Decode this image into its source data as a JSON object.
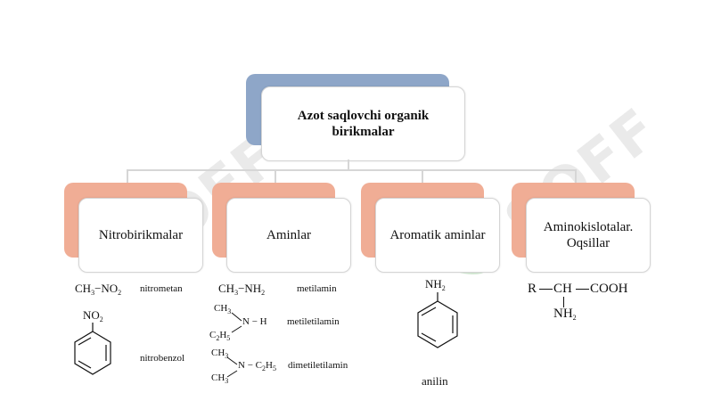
{
  "root": {
    "title": "Azot saqlovchi organik birikmalar"
  },
  "categories": [
    {
      "label": "Nitrobirikmalar"
    },
    {
      "label": "Aminlar"
    },
    {
      "label": "Aromatik aminlar"
    },
    {
      "label": "Aminokislotalar. Oqsillar"
    }
  ],
  "compounds": {
    "nitromethane": {
      "formula_a": "CH",
      "formula_b": "−NO",
      "sub3": "3",
      "sub2": "2",
      "name": "nitrometan"
    },
    "nitrobenzene": {
      "group": "NO",
      "sub2": "2",
      "name": "nitrobenzol"
    },
    "methylamine": {
      "formula_a": "CH",
      "formula_b": "−NH",
      "sub3": "3",
      "sub2": "2",
      "name": "metilamin"
    },
    "methylethylamine": {
      "ch": "CH",
      "sub3": "3",
      "nh": "N − H",
      "c2h": "C",
      "c2sub": "2",
      "h5": "H",
      "h5sub": "5",
      "name": "metiletilamin"
    },
    "dimethylethylamine": {
      "ch_top": "CH",
      "ch_bot": "CH",
      "sub3": "3",
      "n": "N − C",
      "nsub2": "2",
      "h": "H",
      "hsub5": "5",
      "name": "dimetiletilamin"
    },
    "aniline": {
      "group": "NH",
      "sub2": "2",
      "name": "anilin"
    },
    "amino_acid": {
      "r": "R",
      "ch": "CH",
      "cooh": "COOH",
      "nh": "NH",
      "sub2": "2"
    }
  },
  "watermark": {
    "text": "SOFF"
  },
  "colors": {
    "root_back": "#8ea6c8",
    "cat_back": "#f0ad95",
    "connector": "#d6d6d6"
  }
}
